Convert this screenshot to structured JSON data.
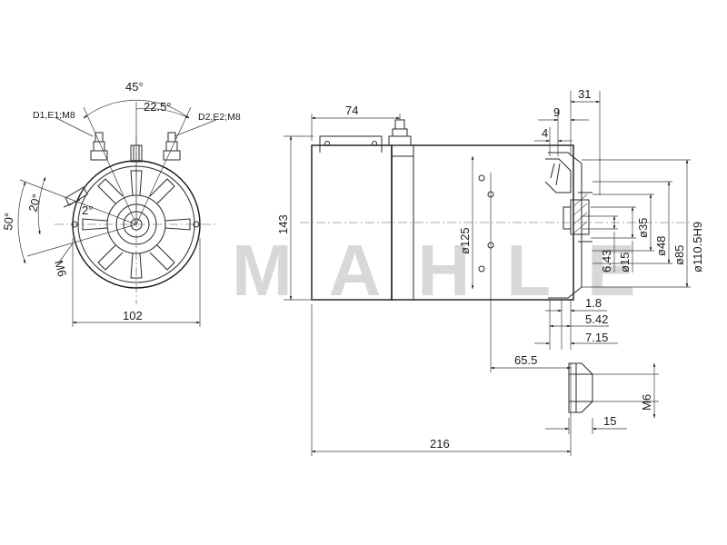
{
  "watermark": "MAHLE",
  "front_view": {
    "angle_total": "45°",
    "angle_half": "22.5°",
    "terminal_left": "D1,E1;M8",
    "terminal_right": "D2,E2;M8",
    "angle_20": "20°",
    "angle_50": "50°",
    "angle_2": "2°",
    "bolt": "M6",
    "width": "102"
  },
  "side_view": {
    "d74": "74",
    "d31": "31",
    "d9": "9",
    "d4": "4",
    "d143": "143",
    "d125": "ø125",
    "d6_43": "6.43",
    "d15": "ø15",
    "d35": "ø35",
    "d48": "ø48",
    "d85": "ø85",
    "d110": "ø110.5H9",
    "d1_8": "1.8",
    "d5_42": "5.42",
    "d7_15": "7.15",
    "d65_5": "65.5",
    "dM6": "M6",
    "d15b": "15",
    "d216": "216"
  }
}
